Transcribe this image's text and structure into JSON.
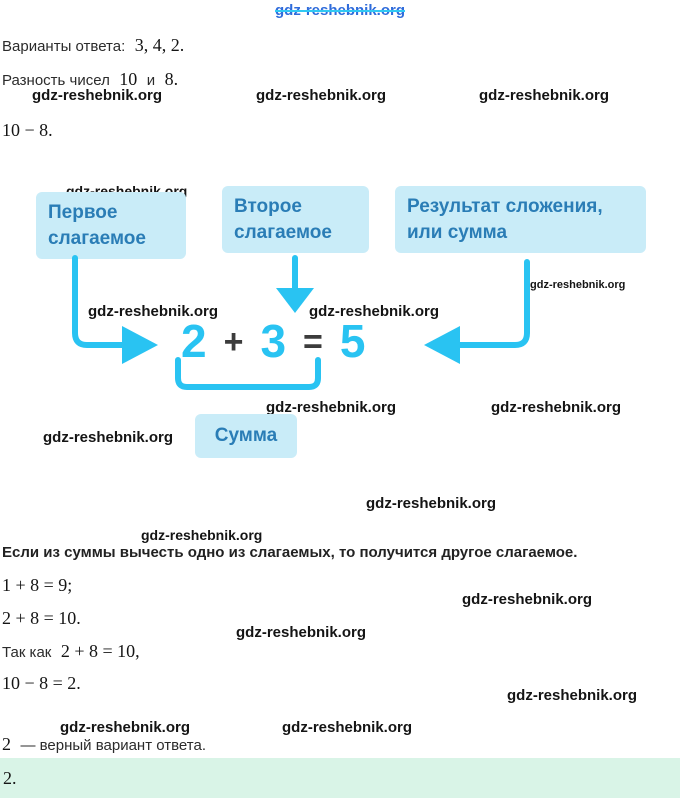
{
  "watermark": {
    "text": "gdz-reshebnik.org"
  },
  "lines": {
    "variants_label": "Варианты ответа:",
    "variants_values": "3, 4, 2.",
    "diff_label": "Разность чисел",
    "diff_n1": "10",
    "diff_and": "и",
    "diff_n2": "8.",
    "expr1": "10 − 8.",
    "rule": "Если из суммы вычесть одно из слагаемых, то получится другое слагаемое.",
    "eq1": "1 + 8 = 9;",
    "eq2": "2 + 8 = 10.",
    "so_label": "Так как",
    "so_eq": "2 + 8 = 10,",
    "eq3": "10 − 8 = 2.",
    "answer_num": "2",
    "answer_text": "— верный вариант ответа.",
    "final_answer": "2."
  },
  "diagram": {
    "box_first": "Первое слагаемое",
    "box_second": "Второе слагаемое",
    "box_result": "Результат сложения, или сумма",
    "sum_label": "Сумма",
    "equation": {
      "n1": "2",
      "op_plus": "+",
      "n2": "3",
      "op_eq": "=",
      "result": "5"
    }
  },
  "colors": {
    "accent_cyan": "#29c3f2",
    "box_bg": "#c9ecf8",
    "box_text": "#2a7db6",
    "answer_bg": "#d9f4e7",
    "watermark_blue": "#2f6cdb",
    "watermark_dark": "#141414"
  }
}
